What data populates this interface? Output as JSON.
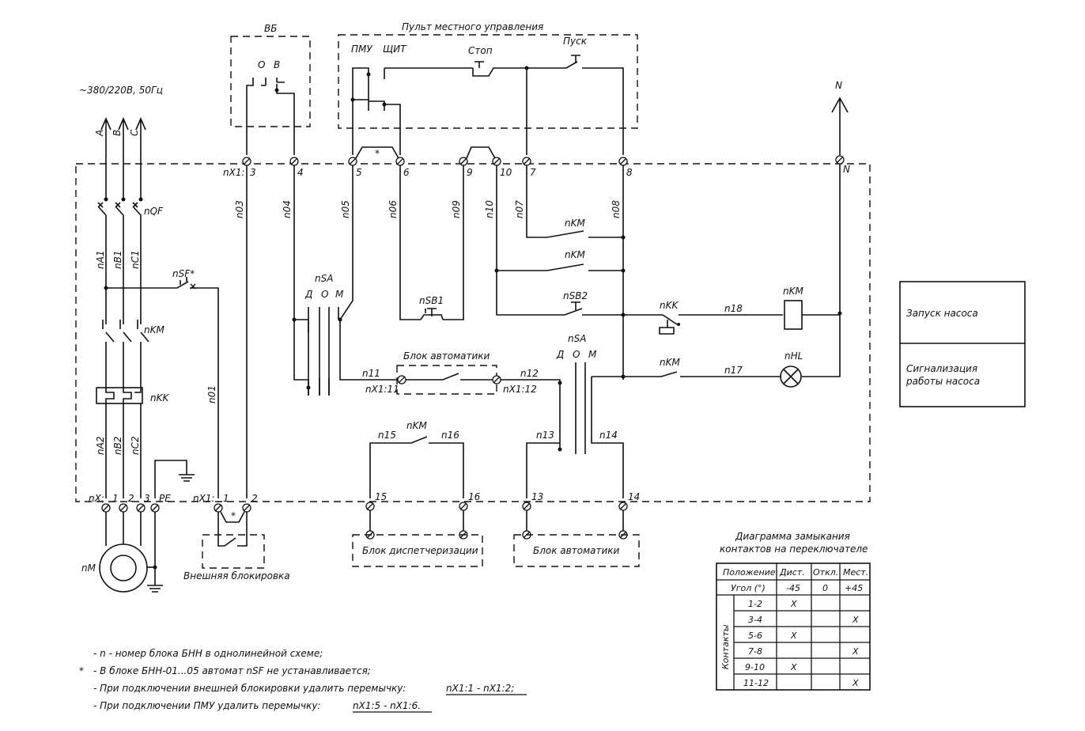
{
  "power_label": "~380/220В, 50Гц",
  "phases": [
    "A",
    "B",
    "C"
  ],
  "neutral_label": "N",
  "frames": {
    "vb_title": "ВБ",
    "vb_o": "О",
    "vb_v": "В",
    "pmu_title": "Пульт местного управления",
    "pmu_label": "ПМУ",
    "shchit_label": "ЩИТ",
    "stop_label": "Стоп",
    "pusk_label": "Пуск"
  },
  "top_terminals": {
    "prefix": "nX1:",
    "numbers": [
      "3",
      "4",
      "5",
      "6",
      "9",
      "10",
      "7",
      "8"
    ],
    "n": "N",
    "jumper_star": "*"
  },
  "wires": {
    "n03": "n03",
    "n04": "n04",
    "n05": "n05",
    "n06": "n06",
    "n09": "n09",
    "n10": "n10",
    "n07": "n07",
    "n08": "n08",
    "nA1": "nA1",
    "nB1": "nB1",
    "nC1": "nC1",
    "nA2": "nA2",
    "nB2": "nB2",
    "nC2": "nC2",
    "n01": "n01",
    "n11": "n11",
    "n12": "n12",
    "n13": "n13",
    "n14": "n14",
    "n15": "n15",
    "n16": "n16",
    "n17": "n17",
    "n18": "n18"
  },
  "components": {
    "nQF": "nQF",
    "nSF": "nSF*",
    "nKM_main": "nKM",
    "nKK_main": "nKK",
    "nM": "nM",
    "nSA1": "nSA",
    "nSA1_d": "Д",
    "nSA1_o": "О",
    "nSA1_m": "М",
    "nSB1": "nSB1",
    "nSB2": "nSB2",
    "nKM_1": "nKM",
    "nKM_2": "nKM",
    "nKK_ctrl": "nKK",
    "nKM_coil": "nKM",
    "nHL": "nHL",
    "nKM_3": "nKM",
    "nSA2": "nSA",
    "nSA2_d": "Д",
    "nSA2_o": "О",
    "nSA2_m": "М",
    "nKM_4": "nKM",
    "blok_avt_inner": "Блок автоматики",
    "x11": "nX1:11",
    "x12": "nX1:12"
  },
  "bottom_terminals": {
    "nx_prefix": "nX:",
    "nx_nums": [
      "1",
      "2",
      "3",
      "PE"
    ],
    "nx1_prefix": "nX1:",
    "nx1_nums": [
      "1",
      "2"
    ],
    "star": "*",
    "right_nums": [
      "15",
      "16",
      "13",
      "14"
    ]
  },
  "external_blocks": {
    "blokirovka": "Внешняя блокировка",
    "dispatch": "Блок диспетчеризации",
    "automation": "Блок автоматики"
  },
  "legend_box": [
    "Запуск насоса",
    "Сигнализация",
    "работы насоса"
  ],
  "contact_table": {
    "title_line1": "Диаграмма замыкания",
    "title_line2": "контактов на переключателе",
    "headers": [
      "Положение",
      "Дист.",
      "Откл.",
      "Мест."
    ],
    "angle_row": [
      "Угол (°)",
      "-45",
      "0",
      "+45"
    ],
    "side_label": "Контакты",
    "rows": [
      [
        "1-2",
        "X",
        "",
        ""
      ],
      [
        "3-4",
        "",
        "",
        "X"
      ],
      [
        "5-6",
        "X",
        "",
        ""
      ],
      [
        "7-8",
        "",
        "",
        "X"
      ],
      [
        "9-10",
        "X",
        "",
        ""
      ],
      [
        "11-12",
        "",
        "",
        "X"
      ]
    ]
  },
  "notes": {
    "line1": "- n - номер блока БНН в однолинейной схеме;",
    "line2_star": "*",
    "line2": "- В блоке БНН-01...05 автомат nSF не устанавливается;",
    "line3_a": "- При подключении внешней блокировки удалить перемычку: ",
    "line3_b": "nX1:1 - nX1:2;",
    "line4_a": "- При подключении ПМУ удалить перемычку: ",
    "line4_b": "nX1:5 - nX1:6."
  }
}
